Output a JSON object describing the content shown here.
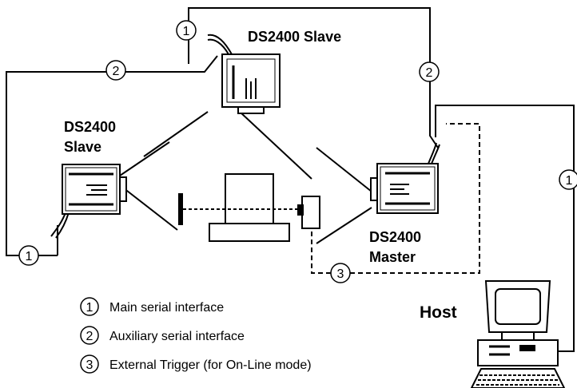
{
  "labels": {
    "top_slave": "DS2400 Slave",
    "left_slave_line1": "DS2400",
    "left_slave_line2": "Slave",
    "master_line1": "DS2400",
    "master_line2": "Master",
    "host": "Host"
  },
  "markers": {
    "main": "1",
    "aux": "2",
    "trigger": "3"
  },
  "legend": [
    {
      "num": "1",
      "text": "Main serial interface"
    },
    {
      "num": "2",
      "text": "Auxiliary serial interface"
    },
    {
      "num": "3",
      "text": "External Trigger (for On-Line mode)"
    }
  ]
}
